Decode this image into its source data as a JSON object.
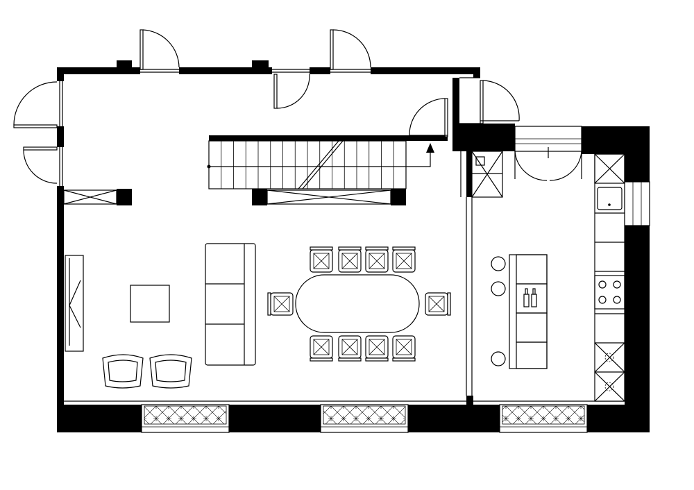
{
  "plan": {
    "rooms": [
      "living-dining",
      "kitchen"
    ],
    "colors": {
      "wall": "#000000",
      "line": "#000000",
      "background": "#ffffff"
    },
    "icons": [
      "door-swing-icon",
      "stair-arrow-icon",
      "sink-icon",
      "hob-icon",
      "wine-bottle-icon",
      "radiator-icon"
    ],
    "counts": {
      "dining_chairs": 10,
      "bar_stools": 3,
      "armchairs": 2,
      "stair_treads": 15
    }
  }
}
